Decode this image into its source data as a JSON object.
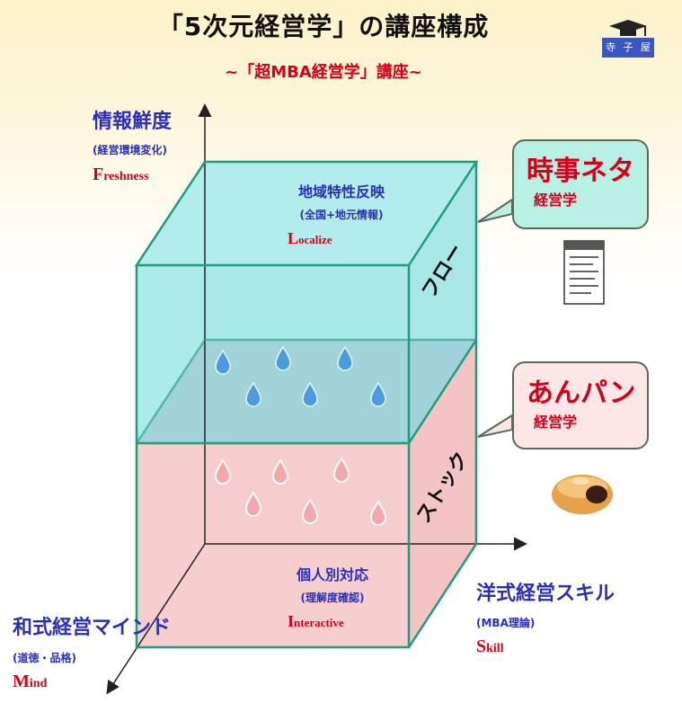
{
  "header": {
    "title": "「5次元経営学」の講座構成",
    "subtitle": "~「超MBA経営学」講座~",
    "logo_icon": "graduation-cap-logo-icon",
    "logo_text": [
      "寺",
      "子",
      "屋"
    ]
  },
  "axes": {
    "vertical": {
      "title": "情報鮮度",
      "sub": "(経営環境変化)",
      "en_initial": "F",
      "en_rest": "reshness"
    },
    "right": {
      "title": "洋式経営スキル",
      "sub": "(MBA理論)",
      "en_initial": "S",
      "en_rest": "kill"
    },
    "depth": {
      "title": "和式経営マインド",
      "sub": "(道徳・品格)",
      "en_initial": "M",
      "en_rest": "ind"
    }
  },
  "cube": {
    "top": {
      "title": "地域特性反映",
      "sub": "(全国+地元情報)",
      "en_initial": "L",
      "en_rest": "ocalize"
    },
    "bottom": {
      "title": "個人別対応",
      "sub": "(理解度確認)",
      "en_initial": "I",
      "en_rest": "nteractive"
    },
    "flow_label": "フロー",
    "stock_label": "ストック",
    "colors": {
      "flow_fill": "#9fe6e6",
      "stock_fill": "#f6c6c6",
      "edge": "#1f9c7c"
    }
  },
  "callouts": {
    "flow": {
      "main": "時事ネタ",
      "sub": "経営学",
      "fill": "#b9f0e4",
      "icon": "newspaper-icon"
    },
    "stock": {
      "main": "あんパン",
      "sub": "経営学",
      "fill": "#fce6e6",
      "icon": "anpan-bread-icon"
    }
  }
}
